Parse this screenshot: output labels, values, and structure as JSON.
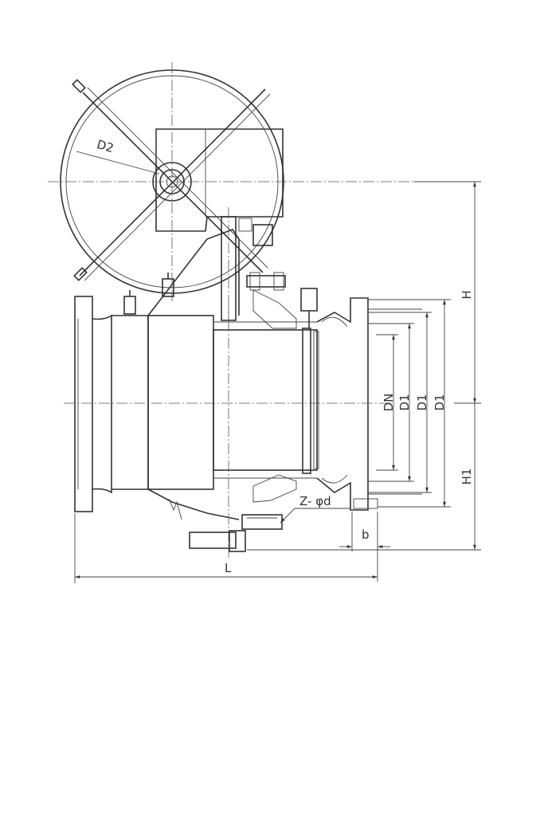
{
  "labels": {
    "handwheel_diameter": "D2",
    "nominal_diameter": "DN",
    "diameter_1": "D1",
    "diameter_2": "D1",
    "diameter_3": "D1",
    "height": "H",
    "height_1": "H1",
    "bolt_holes": "Z- φd",
    "flange_thickness": "b",
    "length": "L"
  }
}
